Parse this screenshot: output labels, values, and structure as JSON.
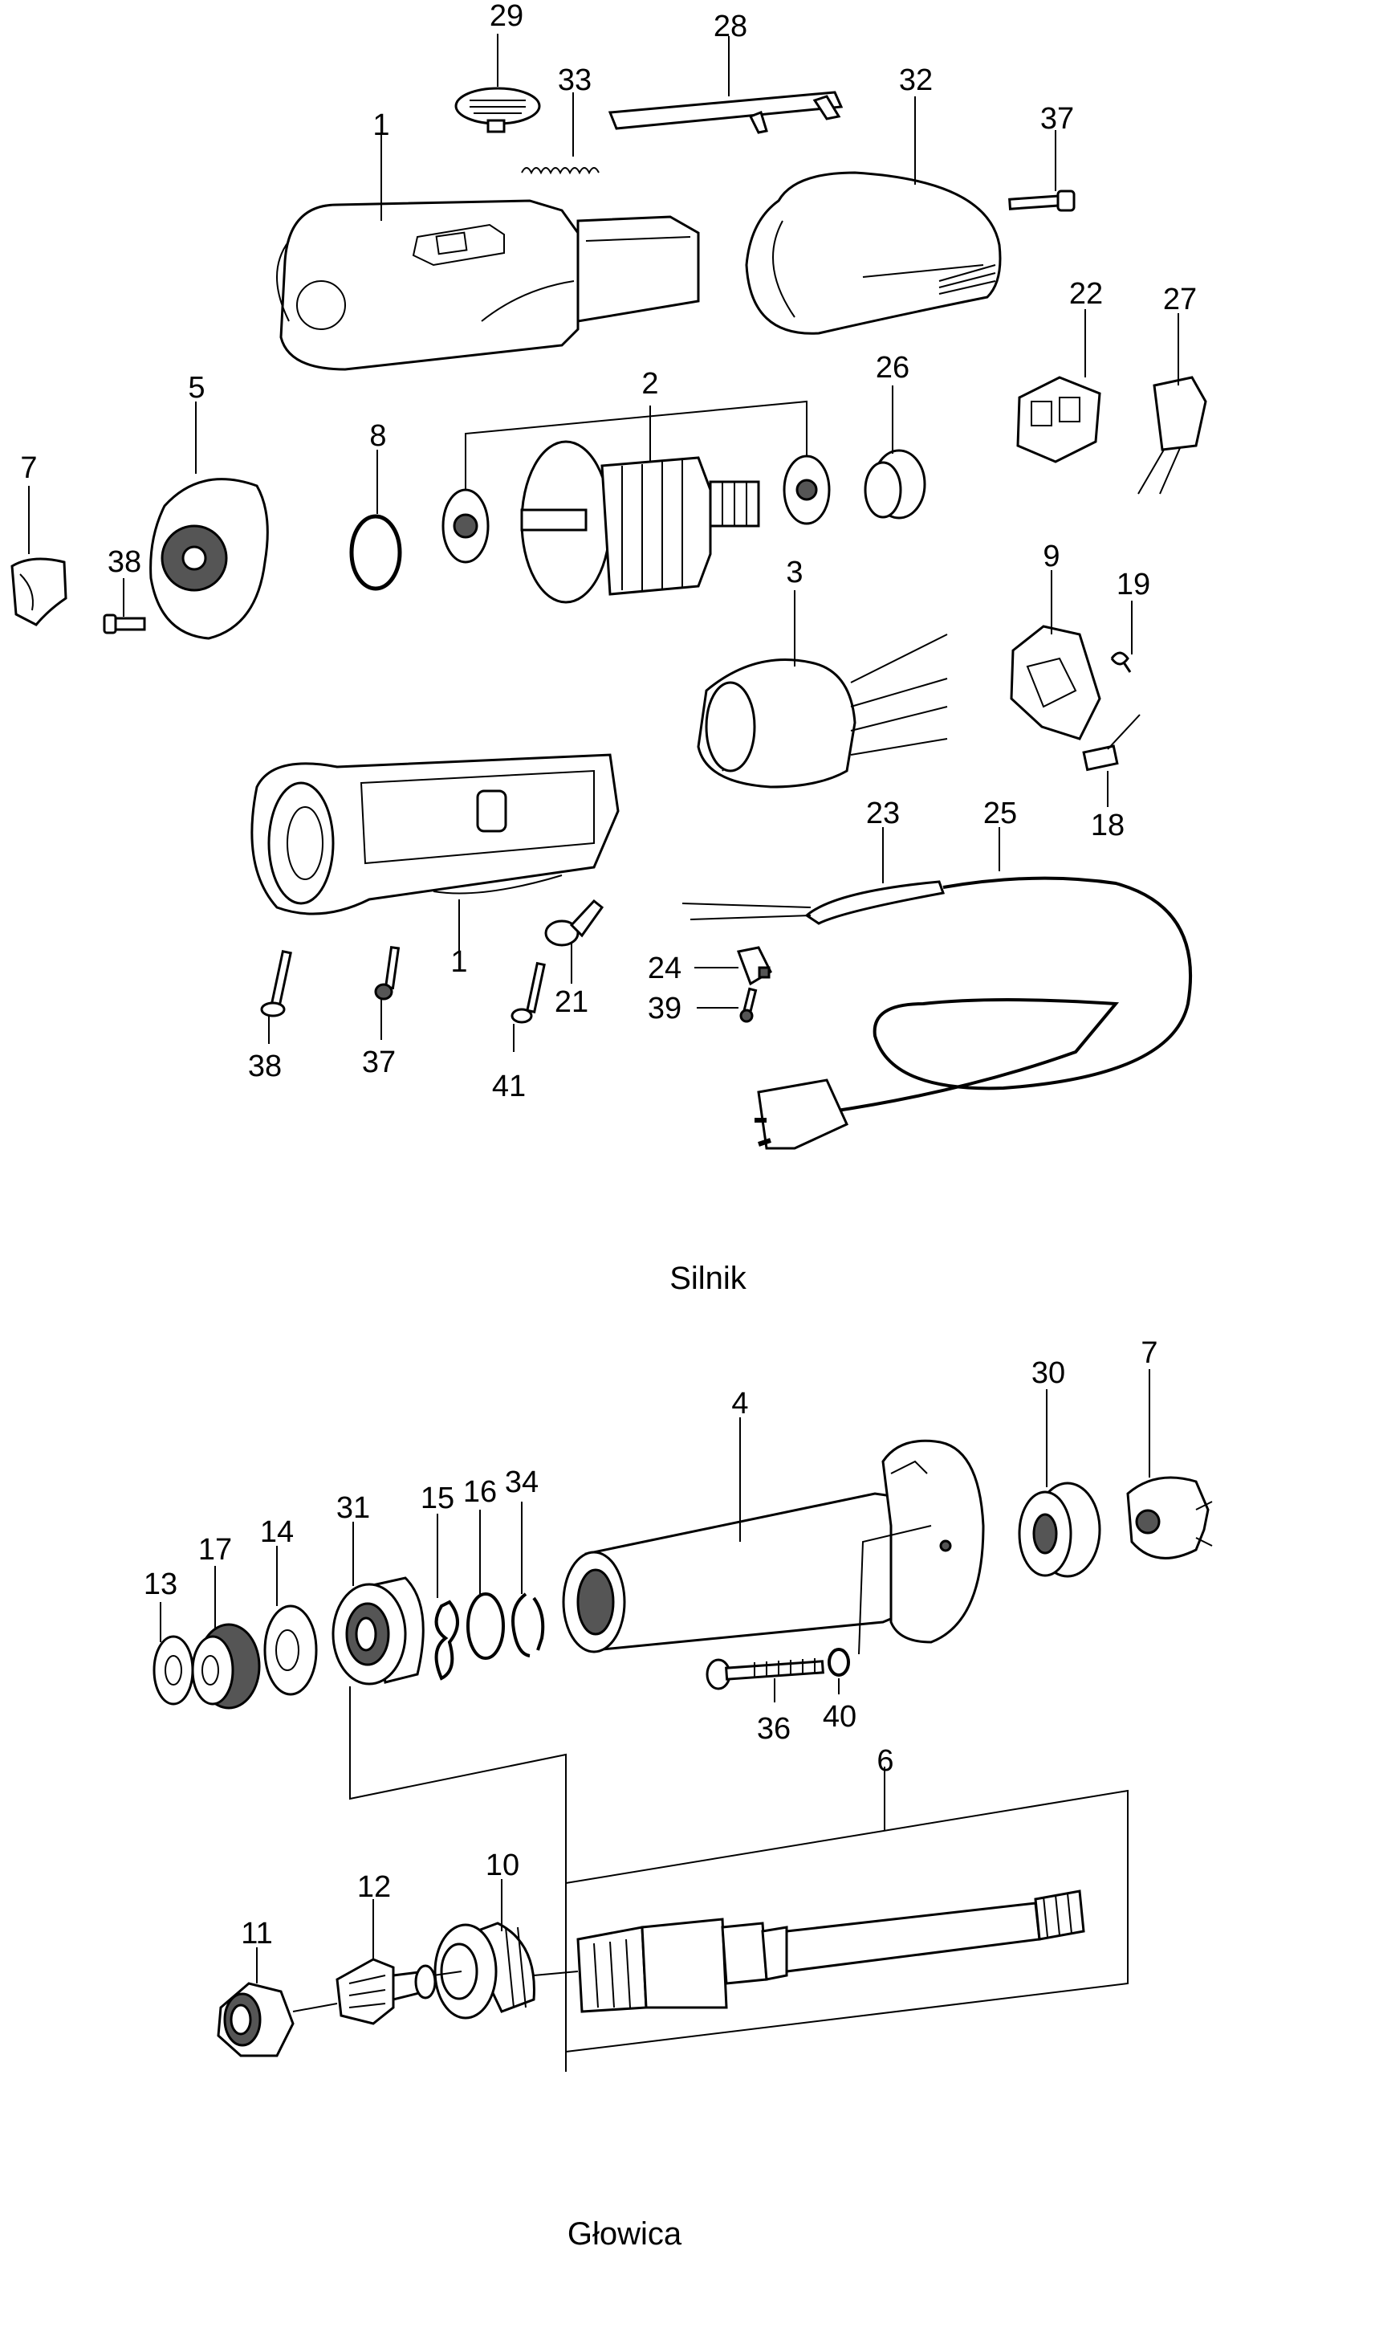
{
  "sections": {
    "motor": {
      "caption": "Silnik"
    },
    "head": {
      "caption": "Głowica"
    }
  },
  "labels": {
    "p29": "29",
    "p28": "28",
    "p33": "33",
    "p32": "32",
    "p37a": "37",
    "p1a": "1",
    "p22": "22",
    "p27": "27",
    "p5": "5",
    "p8": "8",
    "p2": "2",
    "p26": "26",
    "p7a": "7",
    "p38a": "38",
    "p3": "3",
    "p9": "9",
    "p19": "19",
    "p18": "18",
    "p23": "23",
    "p25": "25",
    "p1b": "1",
    "p24": "24",
    "p39": "39",
    "p21": "21",
    "p38b": "38",
    "p37b": "37",
    "p41": "41",
    "p30": "30",
    "p7b": "7",
    "p4": "4",
    "p13": "13",
    "p17": "17",
    "p14": "14",
    "p31": "31",
    "p15": "15",
    "p16": "16",
    "p34": "34",
    "p36": "36",
    "p40": "40",
    "p6": "6",
    "p11": "11",
    "p12": "12",
    "p10": "10"
  }
}
